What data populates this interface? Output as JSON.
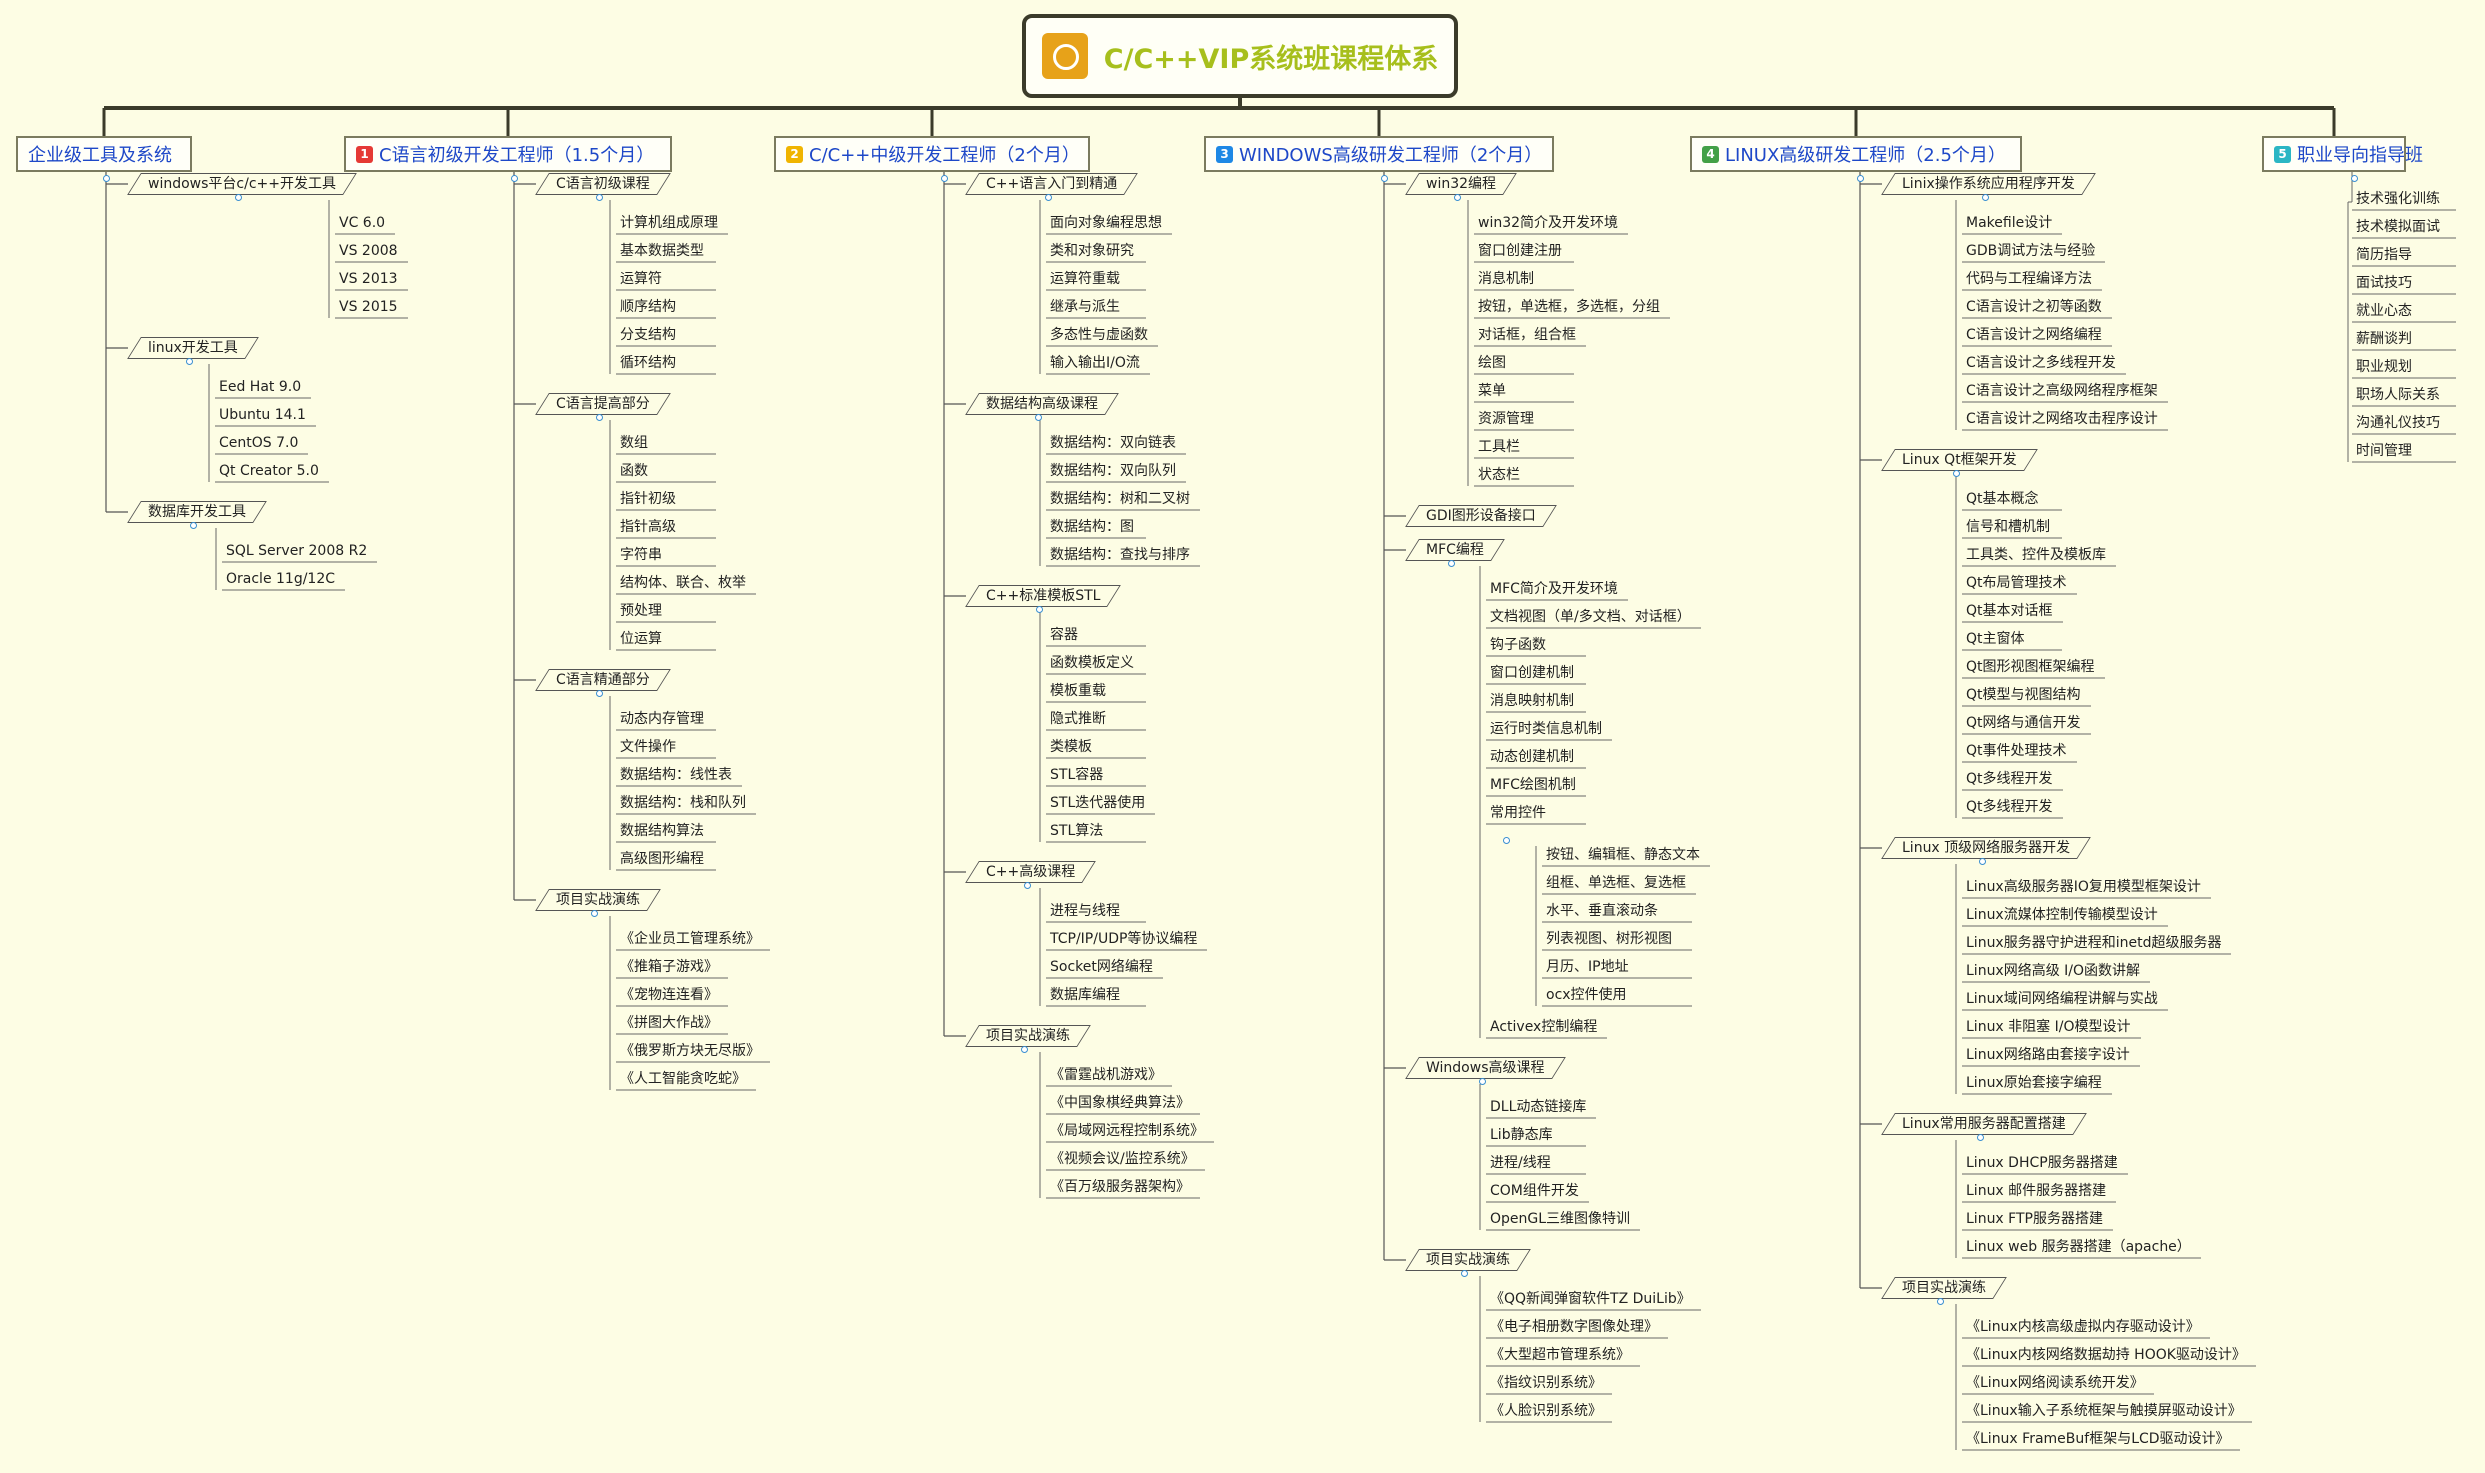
{
  "root": {
    "title": "C/C++VIP系统班课程体系",
    "icon": "clock-badge-icon",
    "icon_color": "#e7a219",
    "title_color": "#a7bf1c"
  },
  "branches": [
    {
      "label": "企业级工具及系统",
      "badge": "",
      "badge_color": "",
      "subs": [
        {
          "label": "windows平台c/c++开发工具",
          "leaves": [
            "VC 6.0",
            "VS 2008",
            "VS 2013",
            "VS 2015"
          ]
        },
        {
          "label": "linux开发工具",
          "leaves": [
            "Eed Hat 9.0",
            "Ubuntu 14.1",
            "CentOS 7.0",
            "Qt Creator 5.0"
          ]
        },
        {
          "label": "数据库开发工具",
          "leaves": [
            "SQL Server 2008 R2",
            "Oracle 11g/12C"
          ]
        }
      ]
    },
    {
      "label": "C语言初级开发工程师（1.5个月）",
      "badge": "1",
      "badge_color": "#e53935",
      "subs": [
        {
          "label": "C语言初级课程",
          "leaves": [
            "计算机组成原理",
            "基本数据类型",
            "运算符",
            "顺序结构",
            "分支结构",
            "循环结构"
          ]
        },
        {
          "label": "C语言提高部分",
          "leaves": [
            "数组",
            "函数",
            "指针初级",
            "指针高级",
            "字符串",
            "结构体、联合、枚举",
            "预处理",
            "位运算"
          ]
        },
        {
          "label": "C语言精通部分",
          "leaves": [
            "动态内存管理",
            "文件操作",
            "数据结构：线性表",
            "数据结构：栈和队列",
            "数据结构算法",
            "高级图形编程"
          ]
        },
        {
          "label": "项目实战演练",
          "leaves": [
            "《企业员工管理系统》",
            "《推箱子游戏》",
            "《宠物连连看》",
            "《拼图大作战》",
            "《俄罗斯方块无尽版》",
            "《人工智能贪吃蛇》"
          ]
        }
      ]
    },
    {
      "label": "C/C++中级开发工程师（2个月）",
      "badge": "2",
      "badge_color": "#f0b400",
      "subs": [
        {
          "label": "C++语言入门到精通",
          "leaves": [
            "面向对象编程思想",
            "类和对象研究",
            "运算符重载",
            "继承与派生",
            "多态性与虚函数",
            "输入输出I/O流"
          ]
        },
        {
          "label": "数据结构高级课程",
          "leaves": [
            "数据结构：双向链表",
            "数据结构：双向队列",
            "数据结构：树和二叉树",
            "数据结构：图",
            "数据结构：查找与排序"
          ]
        },
        {
          "label": "C++标准模板STL",
          "leaves": [
            "容器",
            "函数模板定义",
            "模板重载",
            "隐式推断",
            "类模板",
            "STL容器",
            "STL迭代器使用",
            "STL算法"
          ]
        },
        {
          "label": "C++高级课程",
          "leaves": [
            "进程与线程",
            "TCP/IP/UDP等协议编程",
            "Socket网络编程",
            "数据库编程"
          ]
        },
        {
          "label": "项目实战演练",
          "leaves": [
            "《雷霆战机游戏》",
            "《中国象棋经典算法》",
            "《局域网远程控制系统》",
            "《视频会议/监控系统》",
            "《百万级服务器架构》"
          ]
        }
      ]
    },
    {
      "label": "WINDOWS高级研发工程师（2个月）",
      "badge": "3",
      "badge_color": "#1e88e5",
      "subs": [
        {
          "label": "win32编程",
          "leaves": [
            "win32简介及开发环境",
            "窗口创建注册",
            "消息机制",
            "按钮，单选框，多选框，分组",
            "对话框，组合框",
            "绘图",
            "菜单",
            "资源管理",
            "工具栏",
            "状态栏"
          ]
        },
        {
          "label": "GDI图形设备接口",
          "leaves": []
        },
        {
          "label": "MFC编程",
          "leaves": [
            "MFC简介及开发环境",
            "文档视图（单/多文档、对话框）",
            "钩子函数",
            "窗口创建机制",
            "消息映射机制",
            "运行时类信息机制",
            "动态创建机制",
            "MFC绘图机制",
            "常用控件"
          ],
          "subleaves": [
            "按钮、编辑框、静态文本",
            "组框、单选框、复选框",
            "水平、垂直滚动条",
            "列表视图、树形视图",
            "月历、IP地址",
            "ocx控件使用"
          ],
          "tail": "Activex控制编程"
        },
        {
          "label": "Windows高级课程",
          "leaves": [
            "DLL动态链接库",
            "Lib静态库",
            "进程/线程",
            "COM组件开发",
            "OpenGL三维图像特训"
          ]
        },
        {
          "label": "项目实战演练",
          "leaves": [
            "《QQ新闻弹窗软件TZ DuiLib》",
            "《电子相册数字图像处理》",
            "《大型超市管理系统》",
            "《指纹识别系统》",
            "《人脸识别系统》"
          ]
        }
      ]
    },
    {
      "label": "LINUX高级研发工程师（2.5个月）",
      "badge": "4",
      "badge_color": "#43a047",
      "subs": [
        {
          "label": "Linix操作系统应用程序开发",
          "leaves": [
            "Makefile设计",
            "GDB调试方法与经验",
            "代码与工程编译方法",
            "C语言设计之初等函数",
            "C语言设计之网络编程",
            "C语言设计之多线程开发",
            "C语言设计之高级网络程序框架",
            "C语言设计之网络攻击程序设计"
          ]
        },
        {
          "label": "Linux Qt框架开发",
          "leaves": [
            "Qt基本概念",
            "信号和槽机制",
            "工具类、控件及模板库",
            "Qt布局管理技术",
            "Qt基本对话框",
            "Qt主窗体",
            "Qt图形视图框架编程",
            "Qt模型与视图结构",
            "Qt网络与通信开发",
            "Qt事件处理技术",
            "Qt多线程开发",
            "Qt多线程开发"
          ]
        },
        {
          "label": "Linux 顶级网络服务器开发",
          "leaves": [
            "Linux高级服务器IO复用模型框架设计",
            "Linux流媒体控制传输模型设计",
            "Linux服务器守护进程和inetd超级服务器",
            "Linux网络高级 I/O函数讲解",
            "Linux域间网络编程讲解与实战",
            "Linux 非阻塞 I/O模型设计",
            "Linux网络路由套接字设计",
            "Linux原始套接字编程"
          ]
        },
        {
          "label": "Linux常用服务器配置搭建",
          "leaves": [
            "Linux DHCP服务器搭建",
            "Linux 邮件服务器搭建",
            "Linux FTP服务器搭建",
            "Linux web 服务器搭建（apache）"
          ]
        },
        {
          "label": "项目实战演练",
          "leaves": [
            "《Linux内核高级虚拟内存驱动设计》",
            "《Linux内核网络数据劫持 HOOK驱动设计》",
            "《Linux网络阅读系统开发》",
            "《Linux输入子系统框架与触摸屏驱动设计》",
            "《Linux FrameBuf框架与LCD驱动设计》"
          ]
        }
      ]
    },
    {
      "label": "职业导向指导班",
      "badge": "5",
      "badge_color": "#2bb6c4",
      "leaves": [
        "技术强化训练",
        "技术模拟面试",
        "简历指导",
        "面试技巧",
        "就业心态",
        "薪酬谈判",
        "职业规划",
        "职场人际关系",
        "沟通礼仪技巧",
        "时间管理"
      ]
    }
  ]
}
